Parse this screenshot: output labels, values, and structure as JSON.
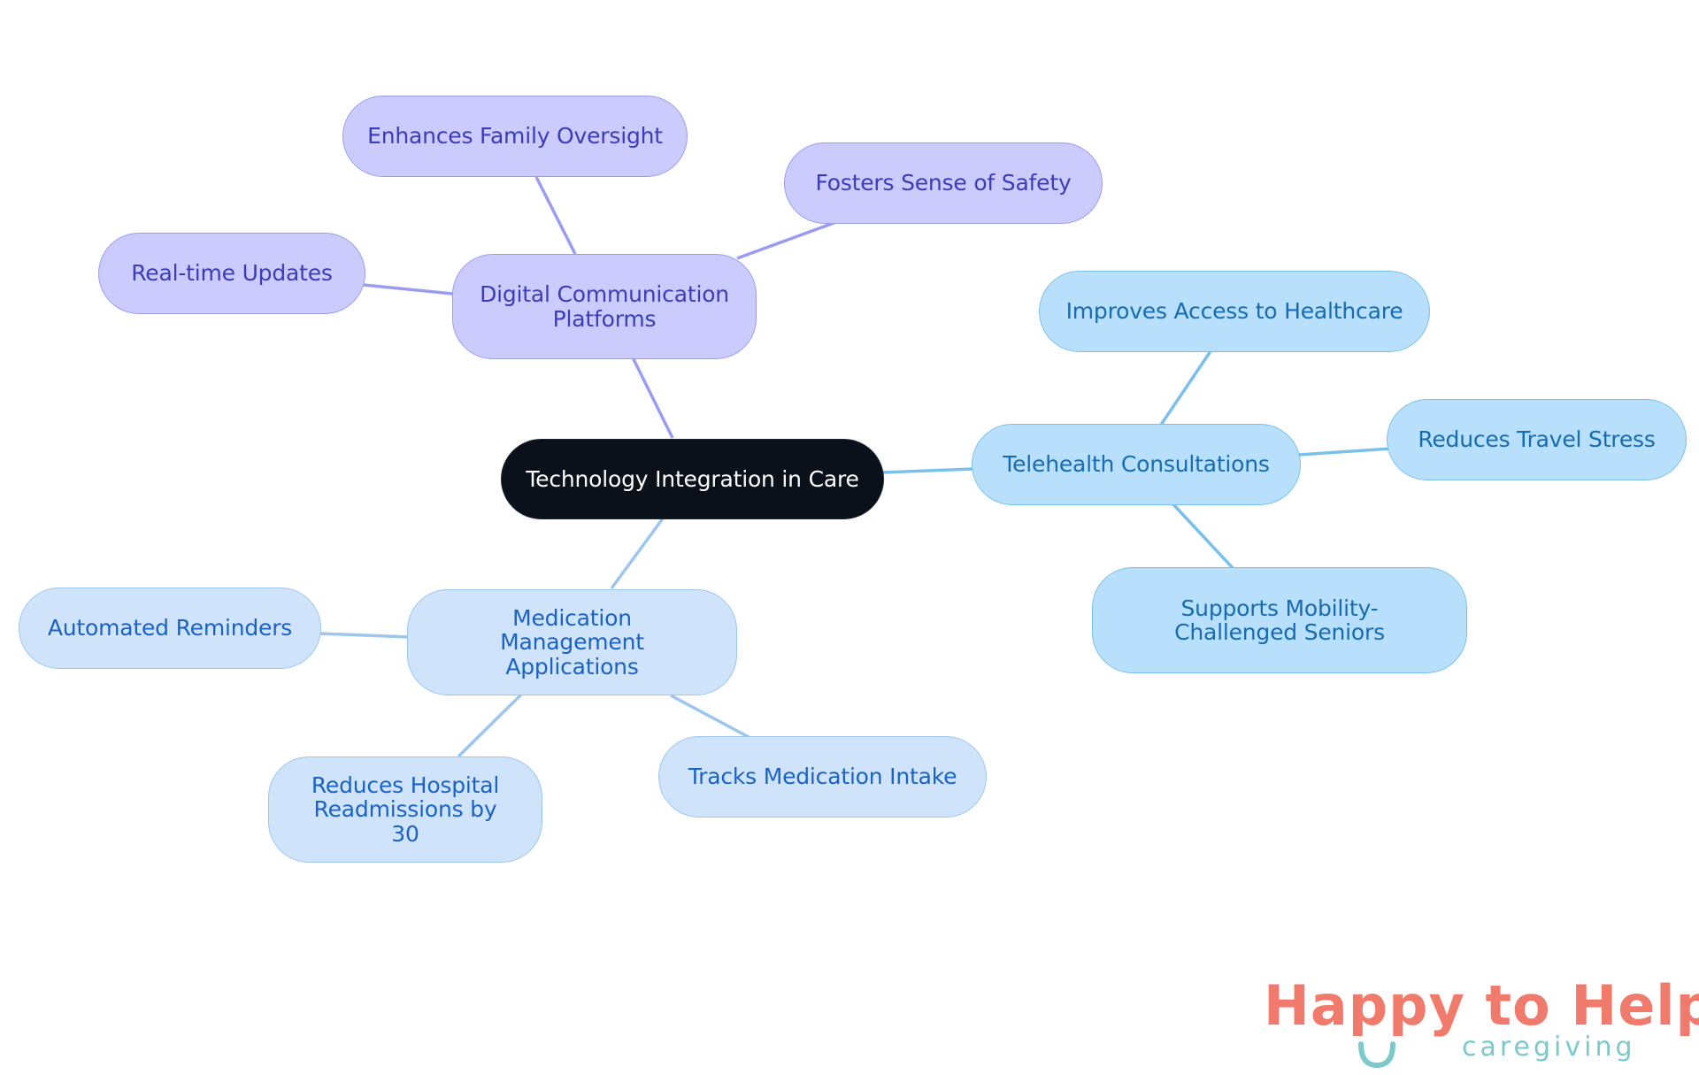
{
  "diagram": {
    "root": {
      "label": "Technology Integration in Care"
    },
    "branches": {
      "digital": {
        "label": "Digital Communication Platforms",
        "children": [
          "Enhances Family Oversight",
          "Fosters Sense of Safety",
          "Real-time Updates"
        ]
      },
      "telehealth": {
        "label": "Telehealth Consultations",
        "children": [
          "Improves Access to Healthcare",
          "Reduces Travel Stress",
          "Supports Mobility-Challenged Seniors"
        ]
      },
      "medication": {
        "label": "Medication Management Applications",
        "children": [
          "Automated Reminders",
          "Reduces Hospital Readmissions by 30",
          "Tracks Medication Intake"
        ]
      }
    },
    "colors": {
      "root_fill": "#0b111a",
      "purple_fill": "#cbcbfd",
      "purple_edge": "#9c9cef",
      "sky_fill": "#b8e0fc",
      "sky_edge": "#79c1ea",
      "pale_fill": "#cfe3fb",
      "pale_edge": "#9cc6ee"
    }
  },
  "logo": {
    "word1": "Happy",
    "word2": "to Help",
    "tagline": "caregiving",
    "colors": {
      "coral": "#f07a6b",
      "teal": "#7cc9cb"
    }
  }
}
